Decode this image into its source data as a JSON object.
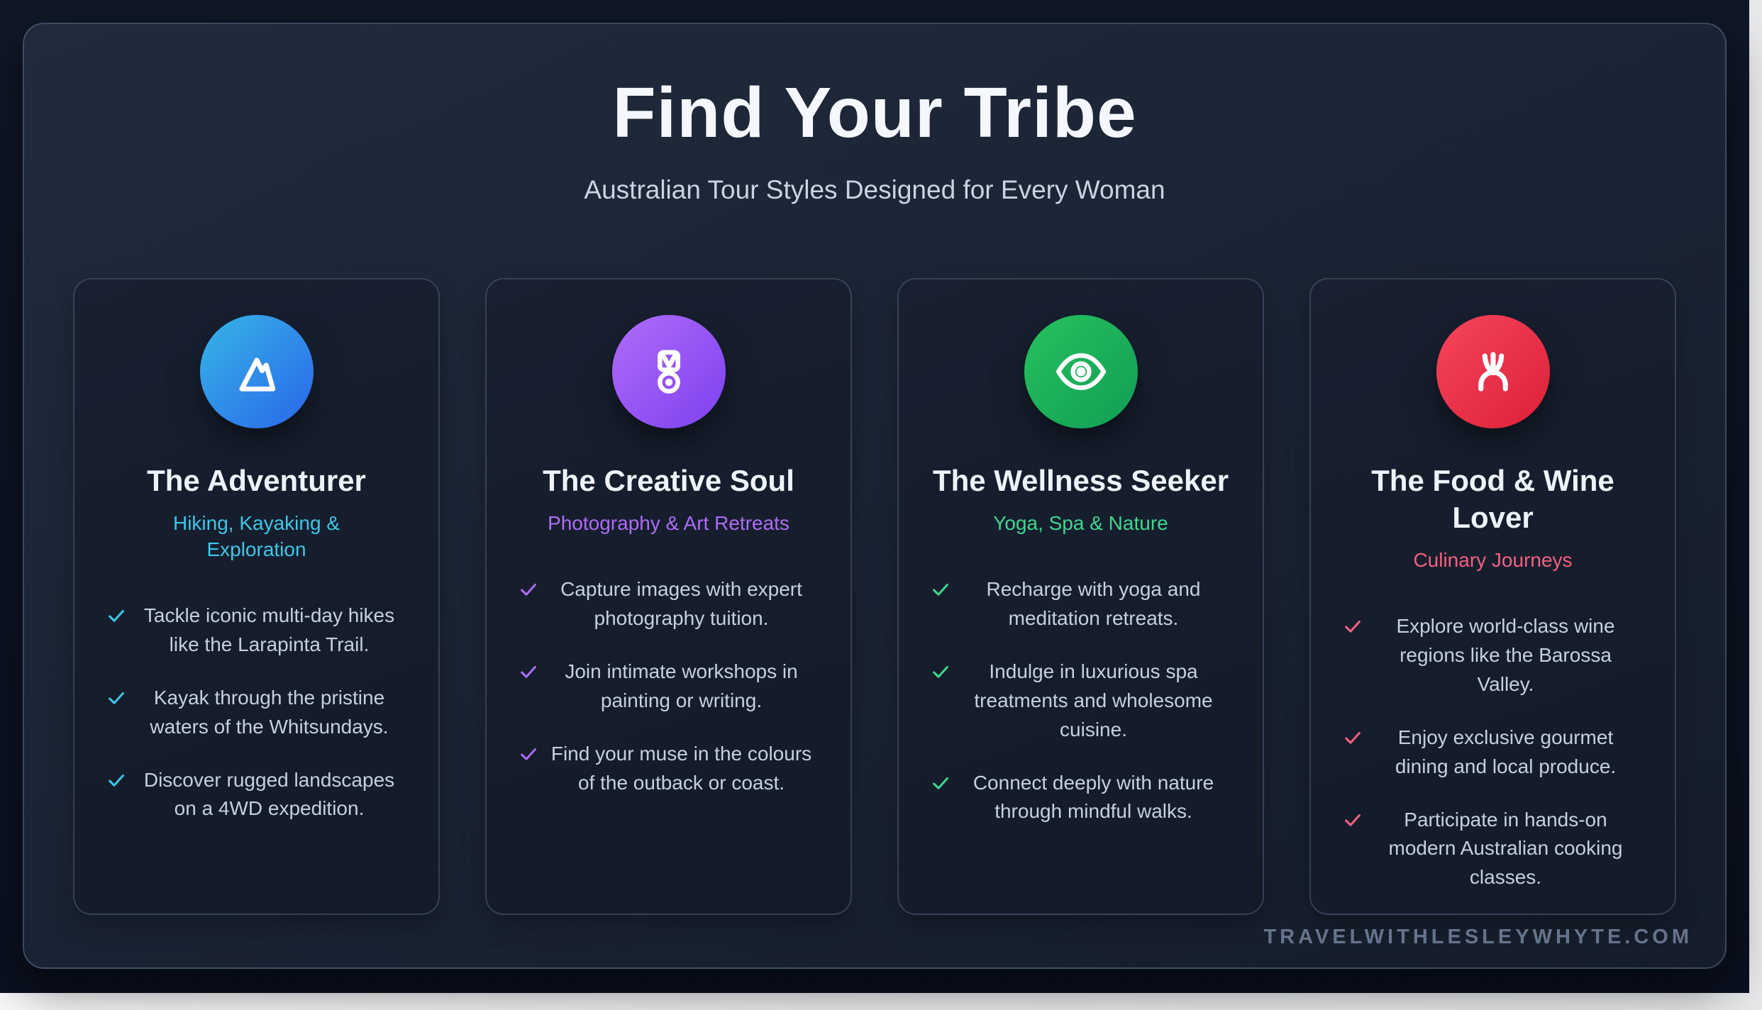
{
  "header": {
    "title": "Find Your Tribe",
    "subtitle": "Australian Tour Styles Designed for Every Woman"
  },
  "footer": {
    "site": "TRAVELWITHLESLEYWHYTE.COM"
  },
  "theme": {
    "canvas_background": "#0e1625",
    "panel_background": "#1a2333",
    "card_background": "#161e2c",
    "heading_color": "#f4f7fb",
    "body_text_color": "#c6d0dd",
    "footer_color": "#65748c"
  },
  "cards": [
    {
      "name": "The Adventurer",
      "tagline": "Hiking, Kayaking & Exploration",
      "icon": "mountain-icon",
      "accent": "#3cc8e8",
      "icon_gradient": [
        "#36b5e6",
        "#2a66ea"
      ],
      "items": [
        "Tackle iconic multi-day hikes like the Larapinta Trail.",
        "Kayak through the pristine waters of the Whitsundays.",
        "Discover rugged landscapes on a 4WD expedition."
      ]
    },
    {
      "name": "The Creative Soul",
      "tagline": "Photography & Art Retreats",
      "icon": "medal-icon",
      "accent": "#ad6cf4",
      "icon_gradient": [
        "#b16cf8",
        "#7d40f0"
      ],
      "items": [
        "Capture images with expert photography tuition.",
        "Join intimate workshops in painting or writing.",
        "Find your muse in the colours of the outback or coast."
      ]
    },
    {
      "name": "The Wellness Seeker",
      "tagline": "Yoga, Spa & Nature",
      "icon": "eye-icon",
      "accent": "#3fd68f",
      "icon_gradient": [
        "#27c15f",
        "#119e55"
      ],
      "items": [
        "Recharge with yoga and meditation retreats.",
        "Indulge in luxurious spa treatments and wholesome cuisine.",
        "Connect deeply with nature through mindful walks."
      ]
    },
    {
      "name": "The Food & Wine Lover",
      "tagline": "Culinary Journeys",
      "icon": "fork-arch-icon",
      "accent": "#f4607f",
      "icon_gradient": [
        "#f5455c",
        "#dd2038"
      ],
      "items": [
        "Explore world-class wine regions like the Barossa Valley.",
        "Enjoy exclusive gourmet dining and local produce.",
        "Participate in hands-on modern Australian cooking classes."
      ]
    }
  ]
}
